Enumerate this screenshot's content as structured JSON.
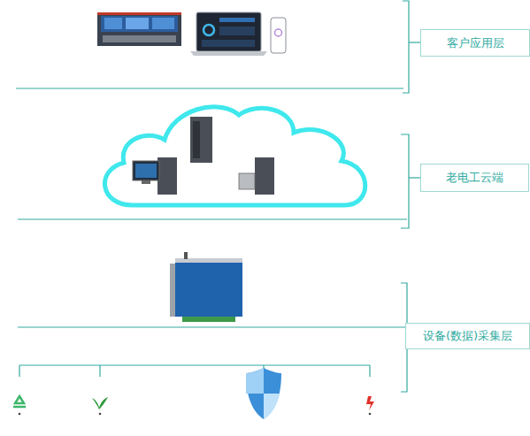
{
  "diagram": {
    "nodes": [
      {
        "text": [
          "客户应用层"
        ]
      },
      {
        "text": [
          "老电工云端"
        ]
      },
      {
        "text": [
          "设备(数据)采集层"
        ]
      }
    ]
  }
}
